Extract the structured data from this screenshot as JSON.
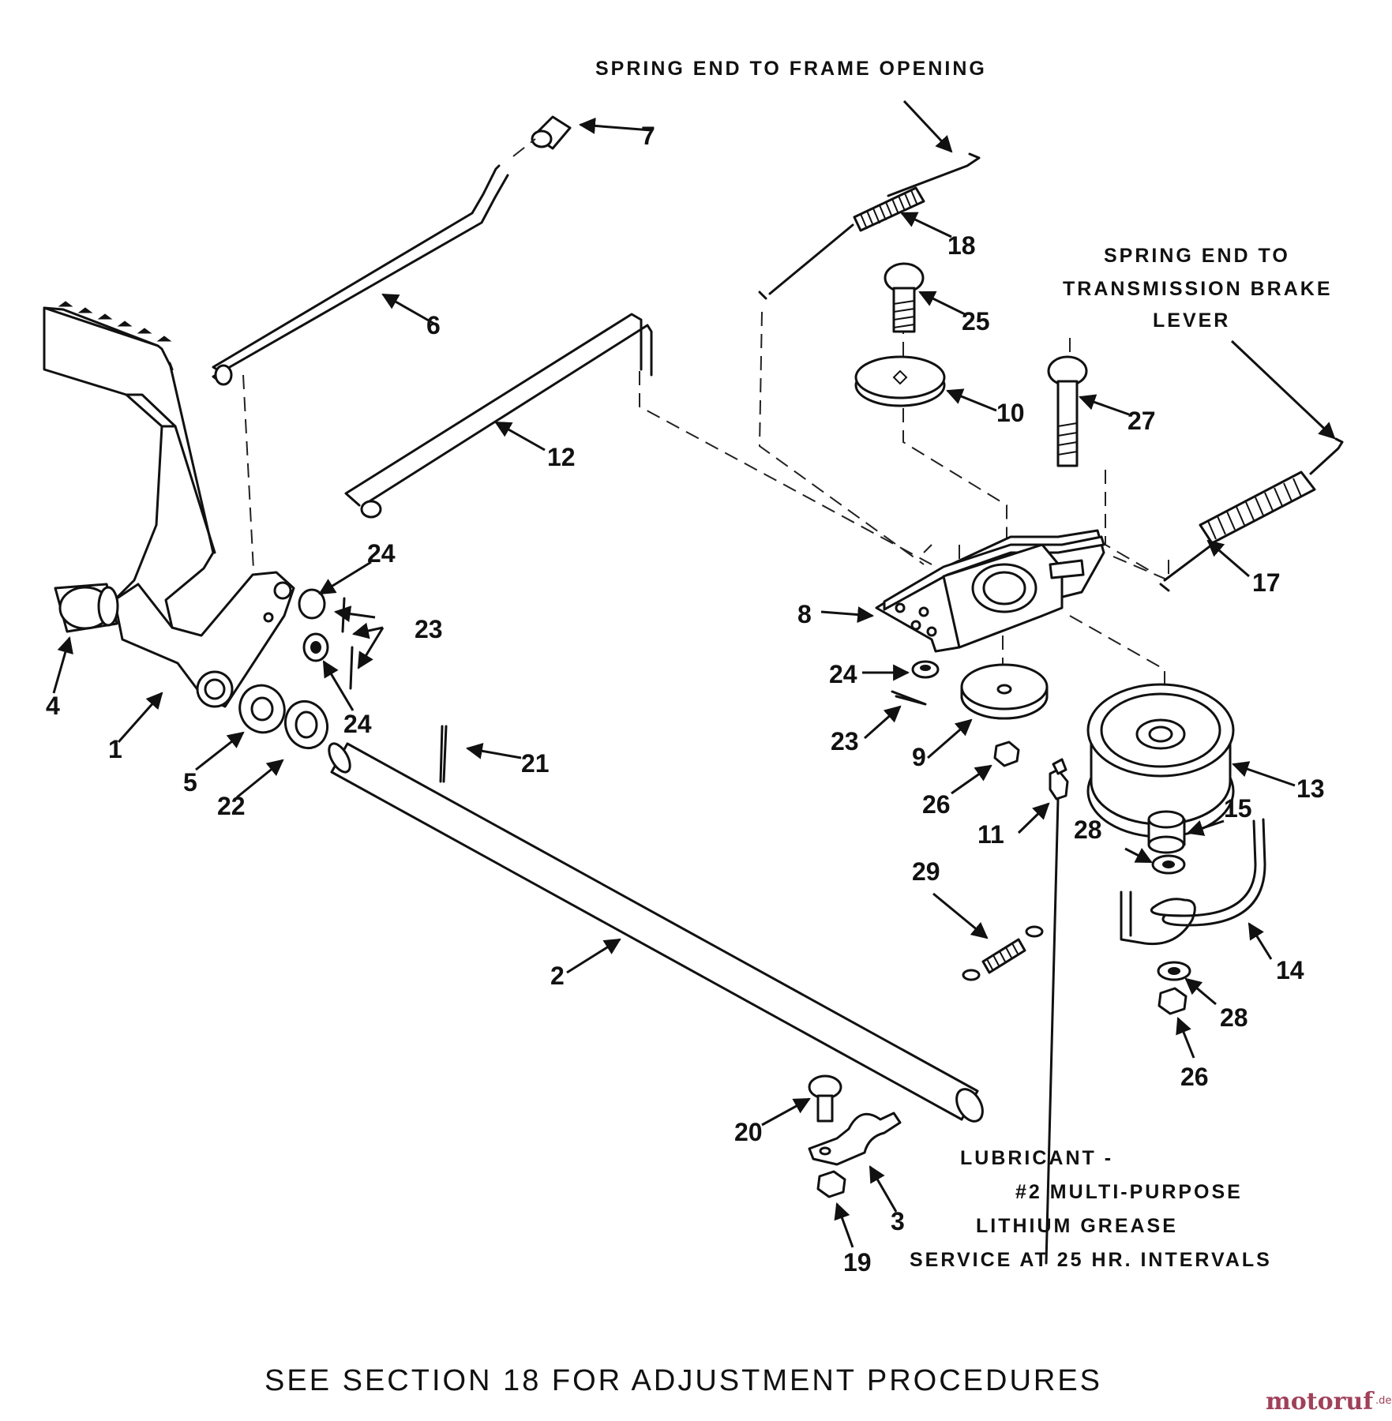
{
  "notes": {
    "spring_frame": "SPRING END TO FRAME OPENING",
    "spring_brake_1": "SPRING END TO",
    "spring_brake_2": "TRANSMISSION BRAKE",
    "spring_brake_3": "LEVER",
    "lubricant_1": "LUBRICANT -",
    "lubricant_2": "#2 MULTI-PURPOSE",
    "lubricant_3": "LITHIUM GREASE",
    "lubricant_4": "SERVICE AT 25 HR. INTERVALS"
  },
  "footer": "SEE SECTION 18 FOR ADJUSTMENT PROCEDURES",
  "watermark": {
    "brand": "motoruf",
    "suffix": ".de"
  },
  "callouts": {
    "n1": "1",
    "n2": "2",
    "n3": "3",
    "n4": "4",
    "n5": "5",
    "n6": "6",
    "n7": "7",
    "n8": "8",
    "n9": "9",
    "n10": "10",
    "n11": "11",
    "n12": "12",
    "n13": "13",
    "n14": "14",
    "n15": "15",
    "n17": "17",
    "n18": "18",
    "n19": "19",
    "n20": "20",
    "n21": "21",
    "n22": "22",
    "n23a": "23",
    "n23b": "23",
    "n24a": "24",
    "n24b": "24",
    "n24c": "24",
    "n25": "25",
    "n26a": "26",
    "n26b": "26",
    "n27": "27",
    "n28a": "28",
    "n28b": "28",
    "n29": "29"
  },
  "colors": {
    "ink": "#111111",
    "background": "#ffffff",
    "watermark": "#a0405a"
  }
}
